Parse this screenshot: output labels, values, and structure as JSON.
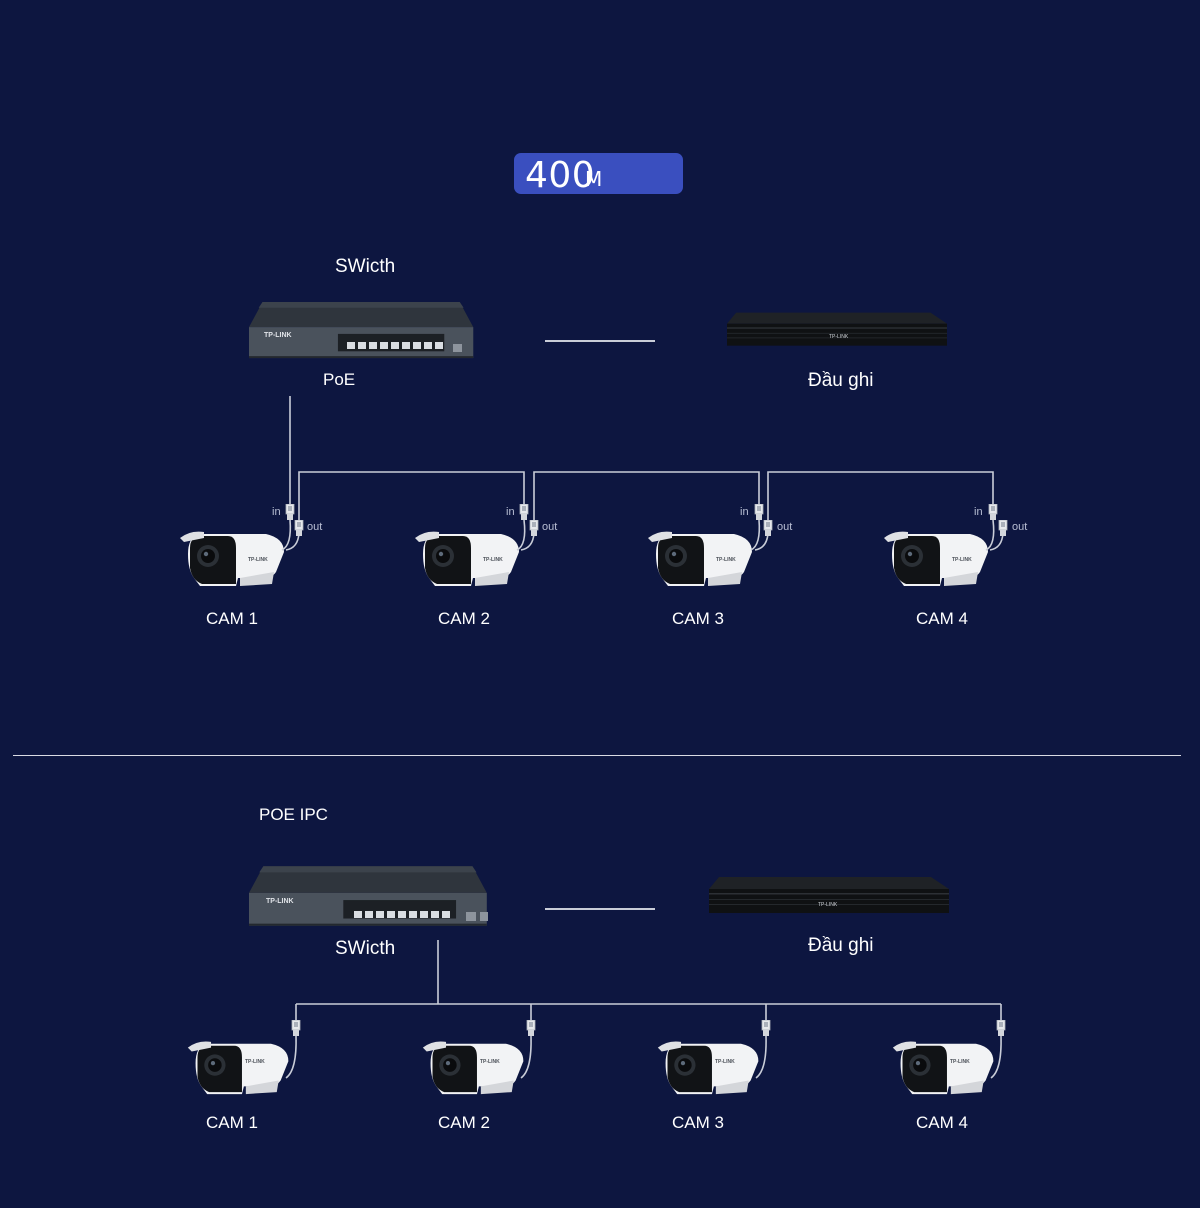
{
  "badge": {
    "value": "400",
    "unit": "M"
  },
  "top": {
    "switch_title": "SWicth",
    "switch_caption": "PoE",
    "nvr_label": "Đầu ghi",
    "switch_brand": "TP-LINK",
    "nvr_brand": "TP-LINK",
    "cameras": [
      {
        "label": "CAM 1",
        "in": "in",
        "out": "out",
        "brand": "TP-LINK"
      },
      {
        "label": "CAM 2",
        "in": "in",
        "out": "out",
        "brand": "TP-LINK"
      },
      {
        "label": "CAM 3",
        "in": "in",
        "out": "out",
        "brand": "TP-LINK"
      },
      {
        "label": "CAM 4",
        "in": "in",
        "out": "out",
        "brand": "TP-LINK"
      }
    ]
  },
  "bottom": {
    "section_title": "POE IPC",
    "switch_label": "SWicth",
    "nvr_label": "Đầu ghi",
    "switch_brand": "TP-LINK",
    "nvr_brand": "TP-LINK",
    "cameras": [
      {
        "label": "CAM 1",
        "brand": "TP-LINK"
      },
      {
        "label": "CAM 2",
        "brand": "TP-LINK"
      },
      {
        "label": "CAM 3",
        "brand": "TP-LINK"
      },
      {
        "label": "CAM 4",
        "brand": "TP-LINK"
      }
    ]
  },
  "colors": {
    "background": "#0d1640",
    "badge": "#3a4fbf",
    "wire": "#c9cdd8"
  }
}
